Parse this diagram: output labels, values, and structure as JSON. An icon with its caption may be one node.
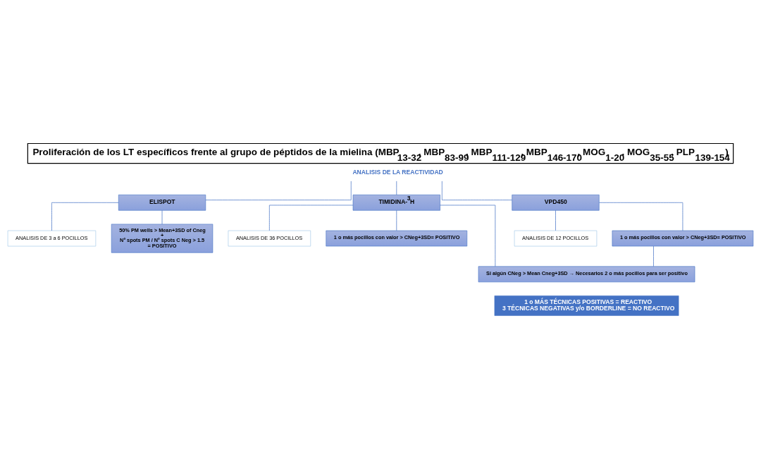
{
  "diagram": {
    "title": "Proliferación de los LT específicos frente al grupo de péptidos de la mielina (MBP$_{13-32}$, MBP$_{83-99}$, MBP$_{111-129}$, MBP$_{146-170}$, MOG$_{1-20}$, MOG$_{35-55}$, PLP$_{139-154}$)",
    "nodes": [
      {
        "text": [
          "ANALISIS DE LA REACTIVIDAD"
        ]
      },
      {
        "text": [
          "ELISPOT"
        ]
      },
      {
        "text": [
          "TIMIDINA-$^{3}$H"
        ]
      },
      {
        "text": [
          "VPD450"
        ]
      },
      {
        "text": [
          "ANALISIS DE 3 a 6 POCILLOS"
        ]
      },
      {
        "text": [
          "50% PM wells > Mean+3SD of Cneg",
          "+",
          "Nº spots PM / Nº spots C Neg > 1.5",
          "= POSITIVO"
        ]
      },
      {
        "text": [
          "ANALISIS DE 36 POCILLOS"
        ]
      },
      {
        "text": [
          "1 o más pocillos con valor > CNeg+3SD= POSITIVO"
        ]
      },
      {
        "text": [
          "ANALISIS DE 12 POCILLOS"
        ]
      },
      {
        "text": [
          "1 o más pocillos con valor > CNeg+3SD= POSITIVO"
        ]
      },
      {
        "text": [
          "Si algún CNeg > Mean Cneg+3SD → Necesarios 2 o más pocillos para ser positivo"
        ]
      },
      {
        "text": [
          "1 o MÁS TÉCNICAS POSITIVAS = REACTIVO",
          "3 TÉCNICAS NEGATIVAS y/o BORDERLINE = NO REACTIVO"
        ]
      }
    ],
    "edges": [
      {
        "from": 0,
        "to": 1,
        "arrow": "none"
      },
      {
        "from": 0,
        "to": 2,
        "arrow": "none"
      },
      {
        "from": 0,
        "to": 3,
        "arrow": "none"
      },
      {
        "from": 1,
        "to": 4,
        "arrow": "none"
      },
      {
        "from": 1,
        "to": 5,
        "arrow": "none"
      },
      {
        "from": 2,
        "to": 6,
        "arrow": "none"
      },
      {
        "from": 2,
        "to": 7,
        "arrow": "none"
      },
      {
        "from": 2,
        "to": 10,
        "arrow": "none"
      },
      {
        "from": 3,
        "to": 8,
        "arrow": "none"
      },
      {
        "from": 3,
        "to": 9,
        "arrow": "none"
      },
      {
        "from": 9,
        "to": 10,
        "arrow": "none"
      }
    ]
  }
}
